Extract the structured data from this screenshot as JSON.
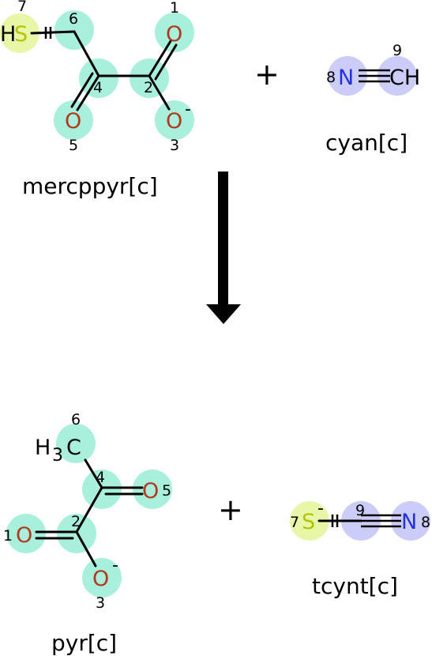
{
  "colors": {
    "highlight_carbon_oxygen": "#a8f0dc",
    "highlight_sulfur": "#e8f6a8",
    "highlight_nitrogen": "#ccccf8",
    "oxygen": "#b03a1e",
    "nitrogen": "#2233dd",
    "sulfur": "#b4c400",
    "carbon": "#000000",
    "bond": "#000000"
  },
  "reactants": {
    "mercppyr": {
      "label": "mercppyr[c]",
      "atoms": {
        "h7": {
          "symbol": "H",
          "num": "7"
        },
        "s7": {
          "symbol": "S"
        },
        "c6": {
          "num": "6"
        },
        "c4": {
          "num": "4"
        },
        "c2": {
          "num": "2"
        },
        "o1": {
          "symbol": "O",
          "num": "1"
        },
        "o5": {
          "symbol": "O",
          "num": "5"
        },
        "o3": {
          "symbol": "O",
          "num": "3",
          "charge": "-"
        }
      }
    },
    "cyan": {
      "label": "cyan[c]",
      "atoms": {
        "n8": {
          "symbol": "N",
          "num": "8"
        },
        "c9": {
          "symbol": "CH",
          "num": "9"
        }
      }
    }
  },
  "plus_top": "+",
  "products": {
    "pyr": {
      "label": "pyr[c]",
      "atoms": {
        "c6": {
          "symbol": "H",
          "sub": "3",
          "c": "C",
          "num": "6"
        },
        "c4": {
          "num": "4"
        },
        "c2": {
          "num": "2"
        },
        "o5": {
          "symbol": "O",
          "num": "5"
        },
        "o1": {
          "symbol": "O",
          "num": "1"
        },
        "o3": {
          "symbol": "O",
          "num": "3",
          "charge": "-"
        }
      }
    },
    "tcynt": {
      "label": "tcynt[c]",
      "atoms": {
        "s7": {
          "symbol": "S",
          "num": "7",
          "charge": "-"
        },
        "c9": {
          "num": "9"
        },
        "n8": {
          "symbol": "N",
          "num": "8"
        }
      }
    }
  },
  "plus_bottom": "+"
}
